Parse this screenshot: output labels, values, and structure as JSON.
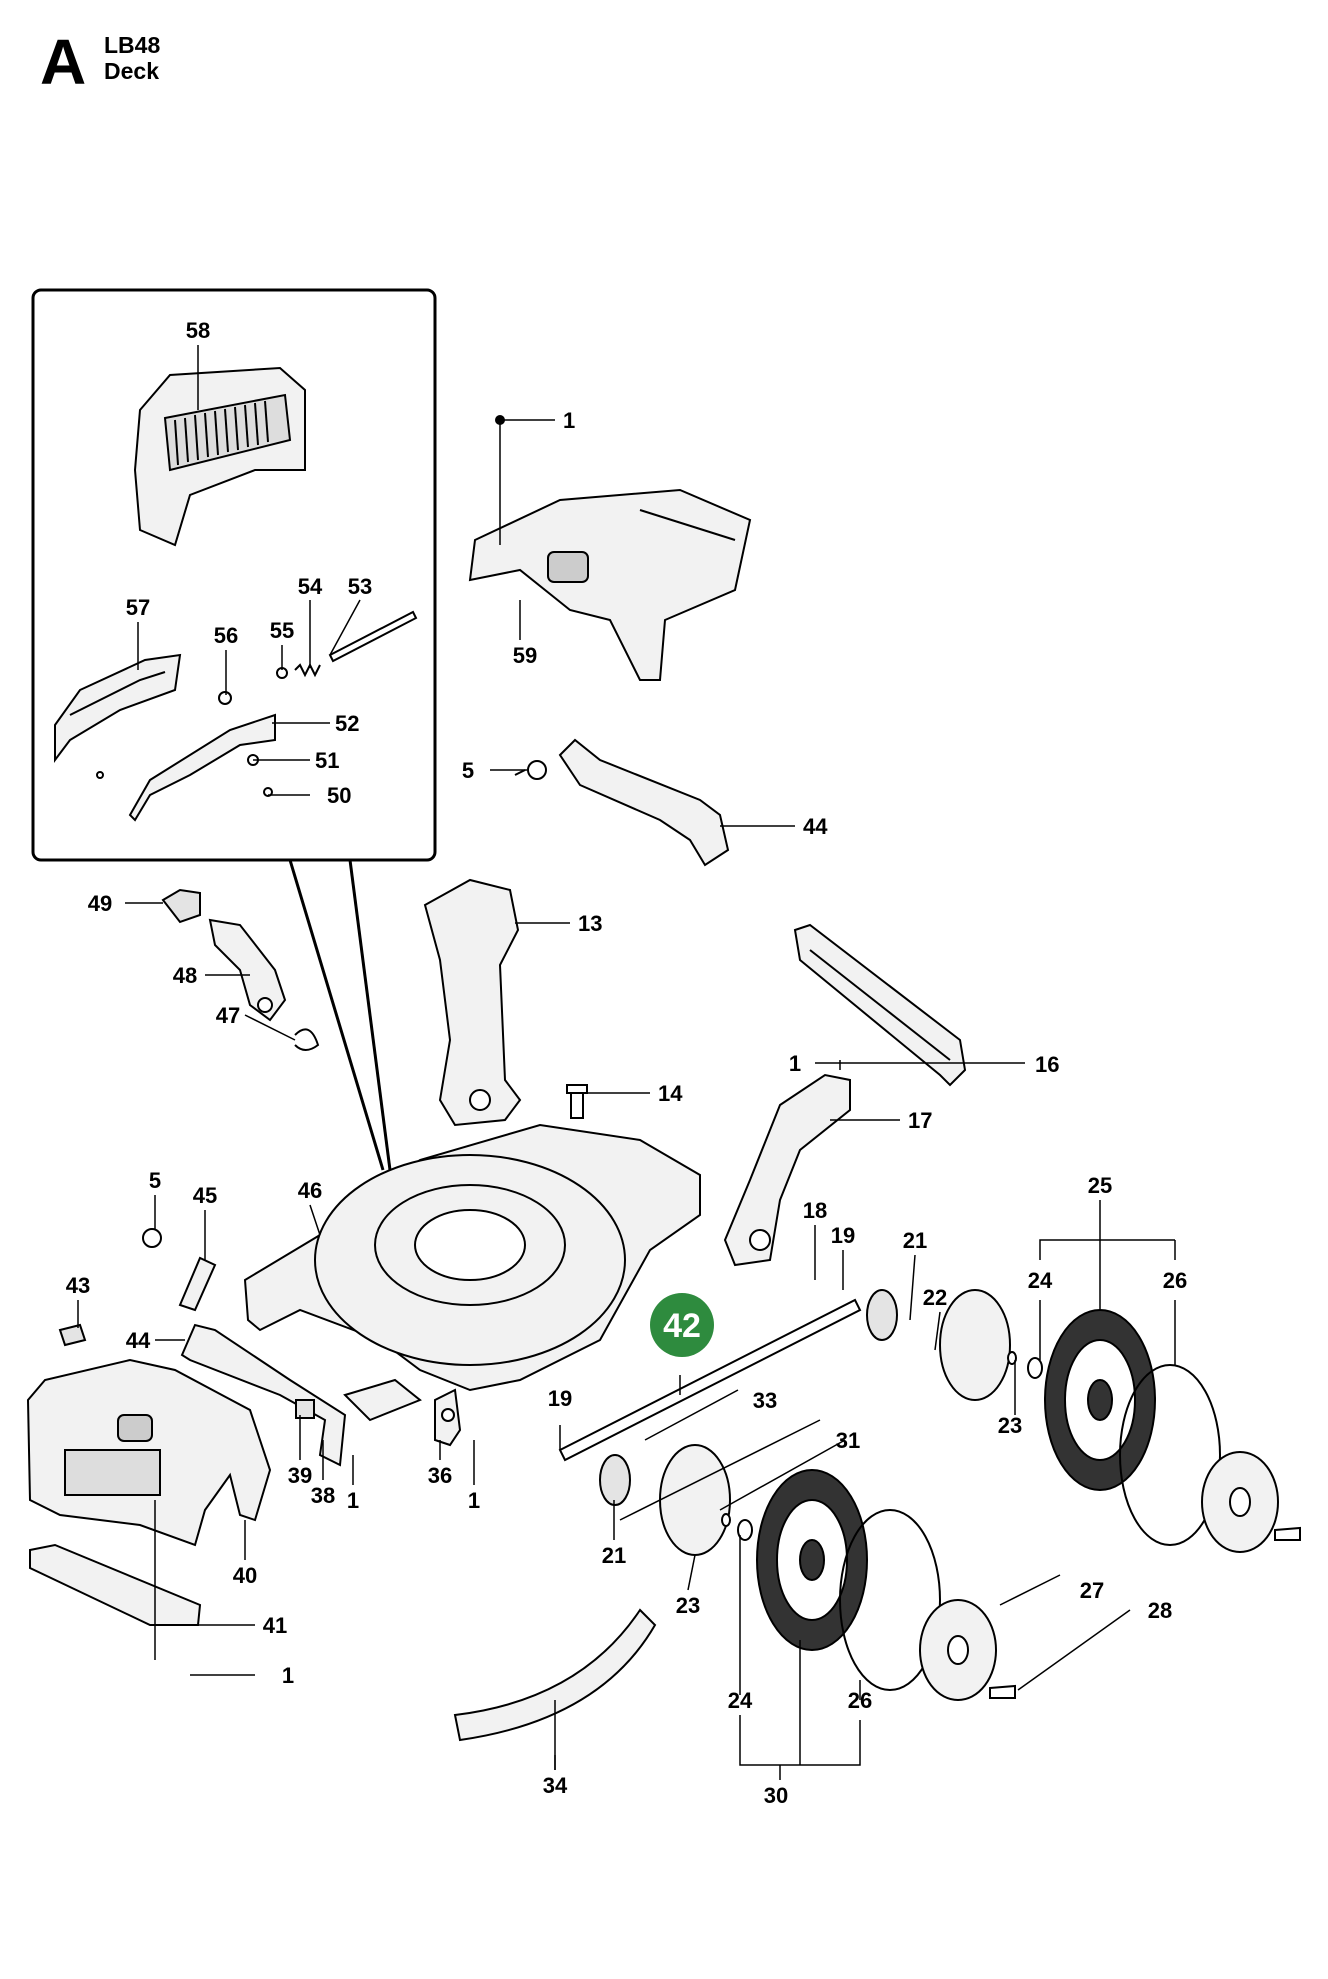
{
  "header": {
    "section_letter": "A",
    "model": "LB48",
    "section_name": "Deck"
  },
  "highlight": {
    "label": "42",
    "color": "#2e8b3e"
  },
  "callouts": {
    "c58": "58",
    "c57": "57",
    "c56": "56",
    "c55": "55",
    "c54": "54",
    "c53": "53",
    "c52": "52",
    "c51": "51",
    "c50": "50",
    "c1a": "1",
    "c59": "59",
    "c5a": "5",
    "c44a": "44",
    "c49": "49",
    "c48": "48",
    "c47": "47",
    "c13": "13",
    "c14": "14",
    "c16": "16",
    "c1b": "1",
    "c17": "17",
    "c5b": "5",
    "c45": "45",
    "c46": "46",
    "c43": "43",
    "c44b": "44",
    "c18": "18",
    "c19a": "19",
    "c21a": "21",
    "c22": "22",
    "c25": "25",
    "c24a": "24",
    "c26a": "26",
    "c23a": "23",
    "c33": "33",
    "c31": "31",
    "c19b": "19",
    "c39": "39",
    "c38": "38",
    "c1c": "1",
    "c36": "36",
    "c1d": "1",
    "c21b": "21",
    "c23b": "23",
    "c40": "40",
    "c41": "41",
    "c1e": "1",
    "c27": "27",
    "c28": "28",
    "c24b": "24",
    "c26b": "26",
    "c34": "34",
    "c30": "30"
  }
}
